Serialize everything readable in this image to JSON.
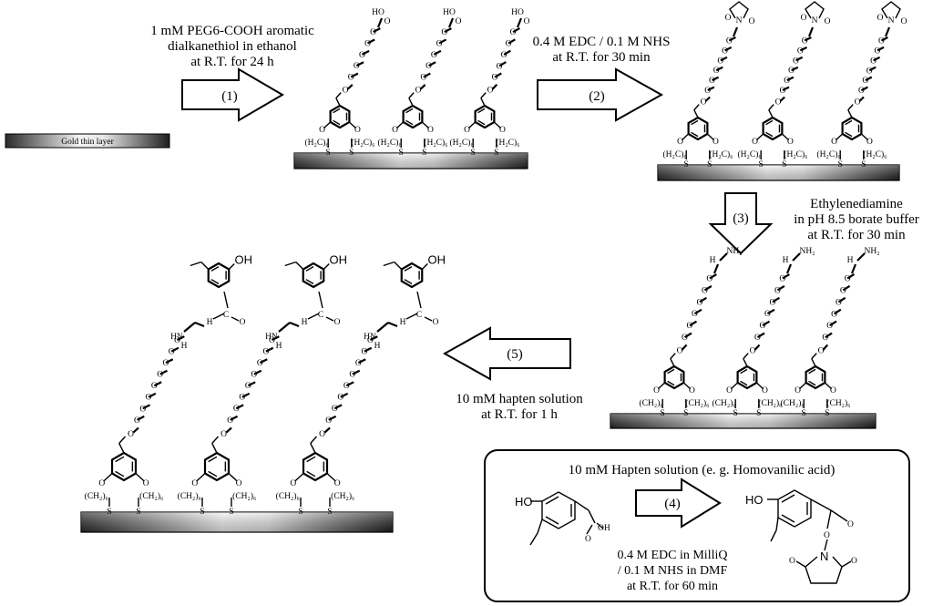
{
  "steps": {
    "s1": {
      "number": "(1)",
      "line1": "1 mM PEG6-COOH aromatic",
      "line2": "dialkanethiol in ethanol",
      "line3": "at R.T. for 24 h"
    },
    "s2": {
      "number": "(2)",
      "line1": "0.4 M EDC / 0.1 M NHS",
      "line2": "at R.T. for 30 min"
    },
    "s3": {
      "number": "(3)",
      "line1": "Ethylenediamine",
      "line2": "in pH 8.5 borate buffer",
      "line3": "at R.T. for 30 min"
    },
    "s4": {
      "number": "(4)",
      "line1": "0.4 M EDC in MilliQ",
      "line2": "/ 0.1 M NHS in DMF",
      "line3": "at R.T. for 60 min"
    },
    "s5": {
      "number": "(5)",
      "line1": "10 mM hapten solution",
      "line2": "at R.T. for 1 h"
    }
  },
  "gold_label": "Gold thin layer",
  "inset_title": "10 mM Hapten solution (e. g. Homovanilic acid)",
  "labels": {
    "ch2_6_left": "(H₂C)₆",
    "ch2_6_right": "(CH₂)₆",
    "s": "S",
    "o": "O",
    "ho": "HO",
    "oh": "OH",
    "nh2": "NH₂",
    "hn": "HN",
    "h": "H",
    "n": "N"
  },
  "colors": {
    "ink": "#000000",
    "gold_dark": "#2a2a2a",
    "gold_light": "#f2f2f2"
  }
}
